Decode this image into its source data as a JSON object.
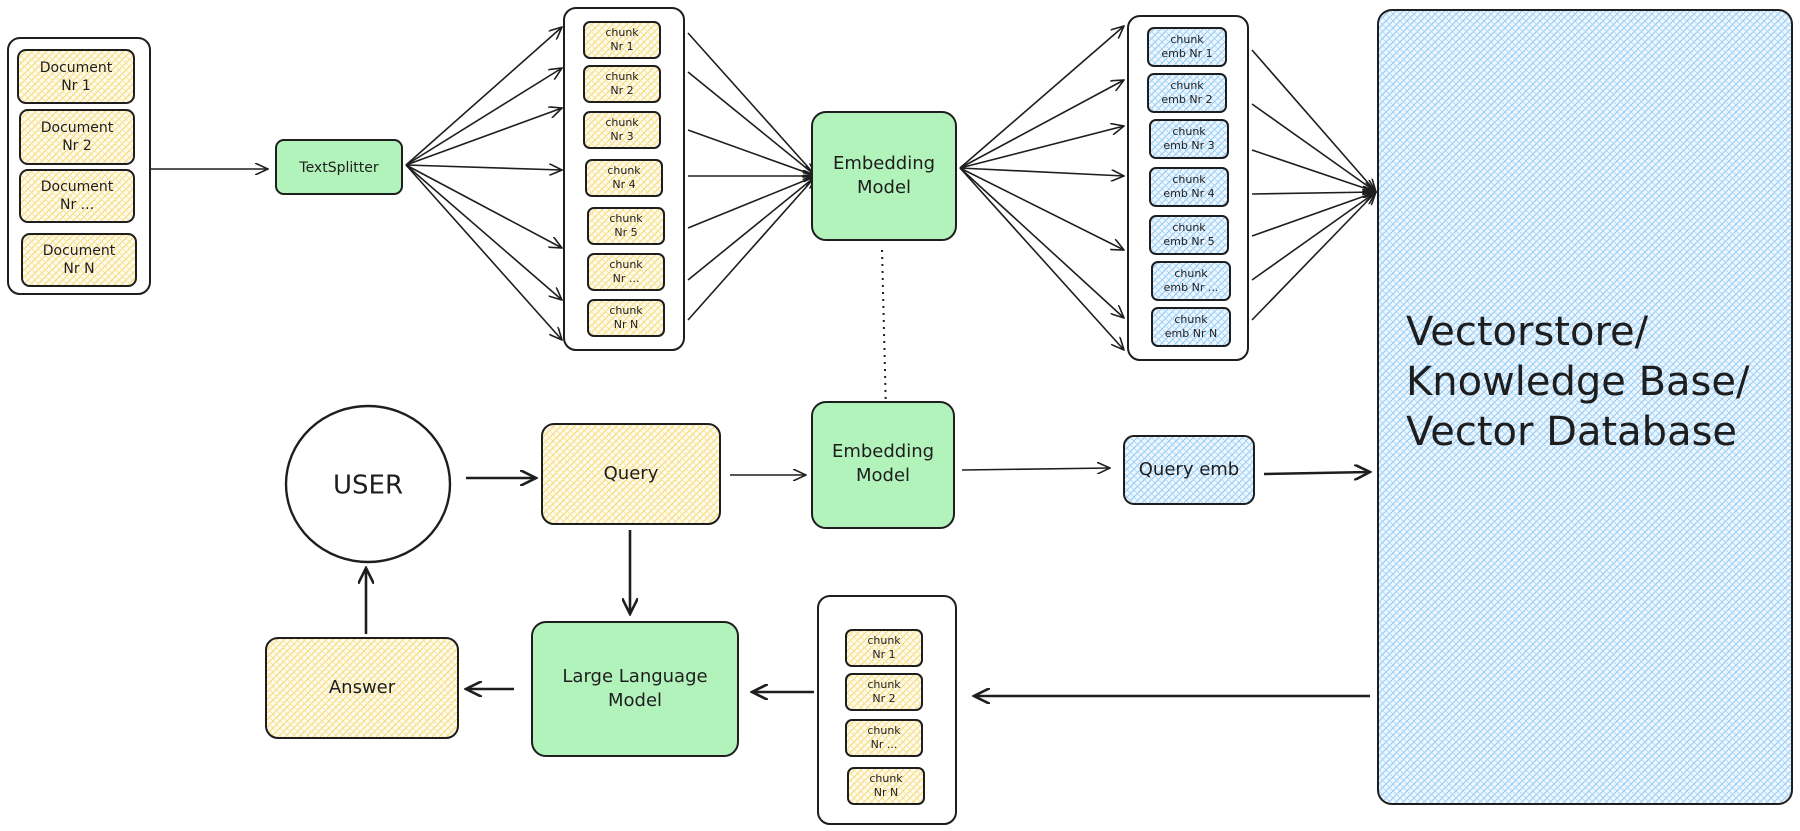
{
  "ingestion": {
    "documents": [
      "Document Nr 1",
      "Document Nr 2",
      "Document Nr ...",
      "Document Nr N"
    ],
    "documents_lines": [
      [
        "Document",
        "Nr 1"
      ],
      [
        "Document",
        "Nr 2"
      ],
      [
        "Document",
        "Nr ..."
      ],
      [
        "Document",
        "Nr N"
      ]
    ],
    "text_splitter": "TextSplitter",
    "chunks_lines": [
      [
        "chunk",
        "Nr 1"
      ],
      [
        "chunk",
        "Nr 2"
      ],
      [
        "chunk",
        "Nr 3"
      ],
      [
        "chunk",
        "Nr 4"
      ],
      [
        "chunk",
        "Nr 5"
      ],
      [
        "chunk",
        "Nr ..."
      ],
      [
        "chunk",
        "Nr N"
      ]
    ],
    "embedding_model_lines": [
      "Embedding",
      "Model"
    ],
    "chunk_embs_lines": [
      [
        "chunk",
        "emb Nr 1"
      ],
      [
        "chunk",
        "emb Nr 2"
      ],
      [
        "chunk",
        "emb Nr 3"
      ],
      [
        "chunk",
        "emb Nr 4"
      ],
      [
        "chunk",
        "emb Nr 5"
      ],
      [
        "chunk",
        "emb Nr ..."
      ],
      [
        "chunk",
        "emb Nr N"
      ]
    ]
  },
  "vectorstore": {
    "lines": [
      "Vectorstore/",
      "Knowledge Base/",
      "Vector Database"
    ]
  },
  "query_flow": {
    "user": "USER",
    "query": "Query",
    "embedding_model_lines": [
      "Embedding",
      "Model"
    ],
    "query_emb": "Query emb",
    "retrieved_chunks_lines": [
      [
        "chunk",
        "Nr 1"
      ],
      [
        "chunk",
        "Nr 2"
      ],
      [
        "chunk",
        "Nr ..."
      ],
      [
        "chunk",
        "Nr N"
      ]
    ],
    "llm_lines": [
      "Large Language",
      "Model"
    ],
    "answer": "Answer"
  },
  "colors": {
    "green": "#b2f2bb",
    "yellow_hatch": "#ffec99",
    "blue_hatch": "#a5d8ff",
    "stroke": "#1e1e1e"
  }
}
